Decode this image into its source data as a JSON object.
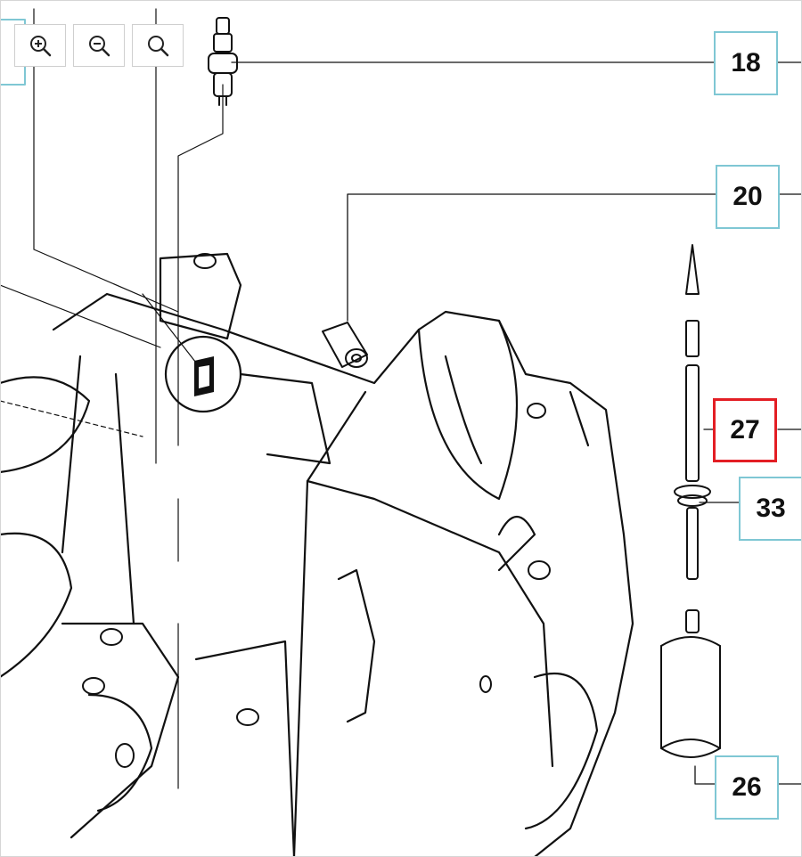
{
  "toolbar": {
    "buttons": [
      {
        "name": "zoom-in",
        "icon": "zoom-in-icon"
      },
      {
        "name": "zoom-out",
        "icon": "zoom-out-icon"
      },
      {
        "name": "zoom-reset",
        "icon": "magnifier-icon"
      }
    ]
  },
  "callouts": {
    "c18": "18",
    "c20": "20",
    "c27": "27",
    "c33": "33",
    "c26": "26"
  },
  "selected_part": "27",
  "colors": {
    "callout_border": "#7fc7d4",
    "selected_border": "#e31e24",
    "line": "#111111"
  }
}
